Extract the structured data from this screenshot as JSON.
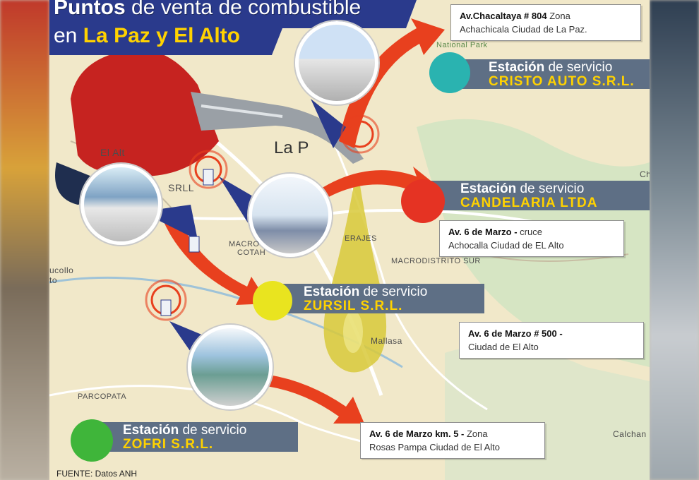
{
  "title": {
    "line1_bold": "Puntos",
    "line1_rest": "de venta de combustible",
    "line2_prefix": "en",
    "line2_highlight": "La Paz y El Alto"
  },
  "map_labels": {
    "la_paz": "La P",
    "el_alto": "El Alt",
    "srl": "SRLL",
    "macro": "MACRO",
    "cotah": "COTAH",
    "macrodistrito_sur": "MACRODISTRITO SUR",
    "mallasa": "Mallasa",
    "parcopata": "PARCOPATA",
    "ucollo": "ucollo",
    "to": "to",
    "calchan": "Calchan",
    "ch": "Ch",
    "national_park": "National Park",
    "erajes": "ERAJES"
  },
  "stations": [
    {
      "prefix": "Estación",
      "suffix": "de servicio",
      "name": "CRISTO AUTO S.R.L.",
      "dot_color": "#2ab3b0"
    },
    {
      "prefix": "Estación",
      "suffix": "de servicio",
      "name": "CANDELARIA LTDA",
      "dot_color": "#e53323"
    },
    {
      "prefix": "Estación",
      "suffix": "de servicio",
      "name": "ZURSIL S.R.L.",
      "dot_color": "#e9e41f"
    },
    {
      "prefix": "Estación",
      "suffix": "de servicio",
      "name": "ZOFRI S.R.L.",
      "dot_color": "#3fb53a"
    }
  ],
  "addresses": [
    {
      "bold": "Av.Chacaltaya # 804",
      "rest": " Zona",
      "line2": "Achachicala Ciudad de La Paz."
    },
    {
      "bold": "Av. 6 de Marzo -",
      "rest": " cruce",
      "line2": "Achocalla Ciudad de EL Alto"
    },
    {
      "bold": "Av. 6 de Marzo # 500 -",
      "rest": "",
      "line2": "Ciudad de El Alto"
    },
    {
      "bold": "Av. 6 de Marzo km. 5 -",
      "rest": " Zona",
      "line2": "Rosas Pampa Ciudad de El Alto"
    }
  ],
  "source": "FUENTE: Datos ANH",
  "colors": {
    "title_bg": "#2a3a8c",
    "banner_bg": "#5e6f85",
    "arrow": "#e8401e",
    "highlight": "#ffd200",
    "fuel_drop": "#d8c93a"
  }
}
